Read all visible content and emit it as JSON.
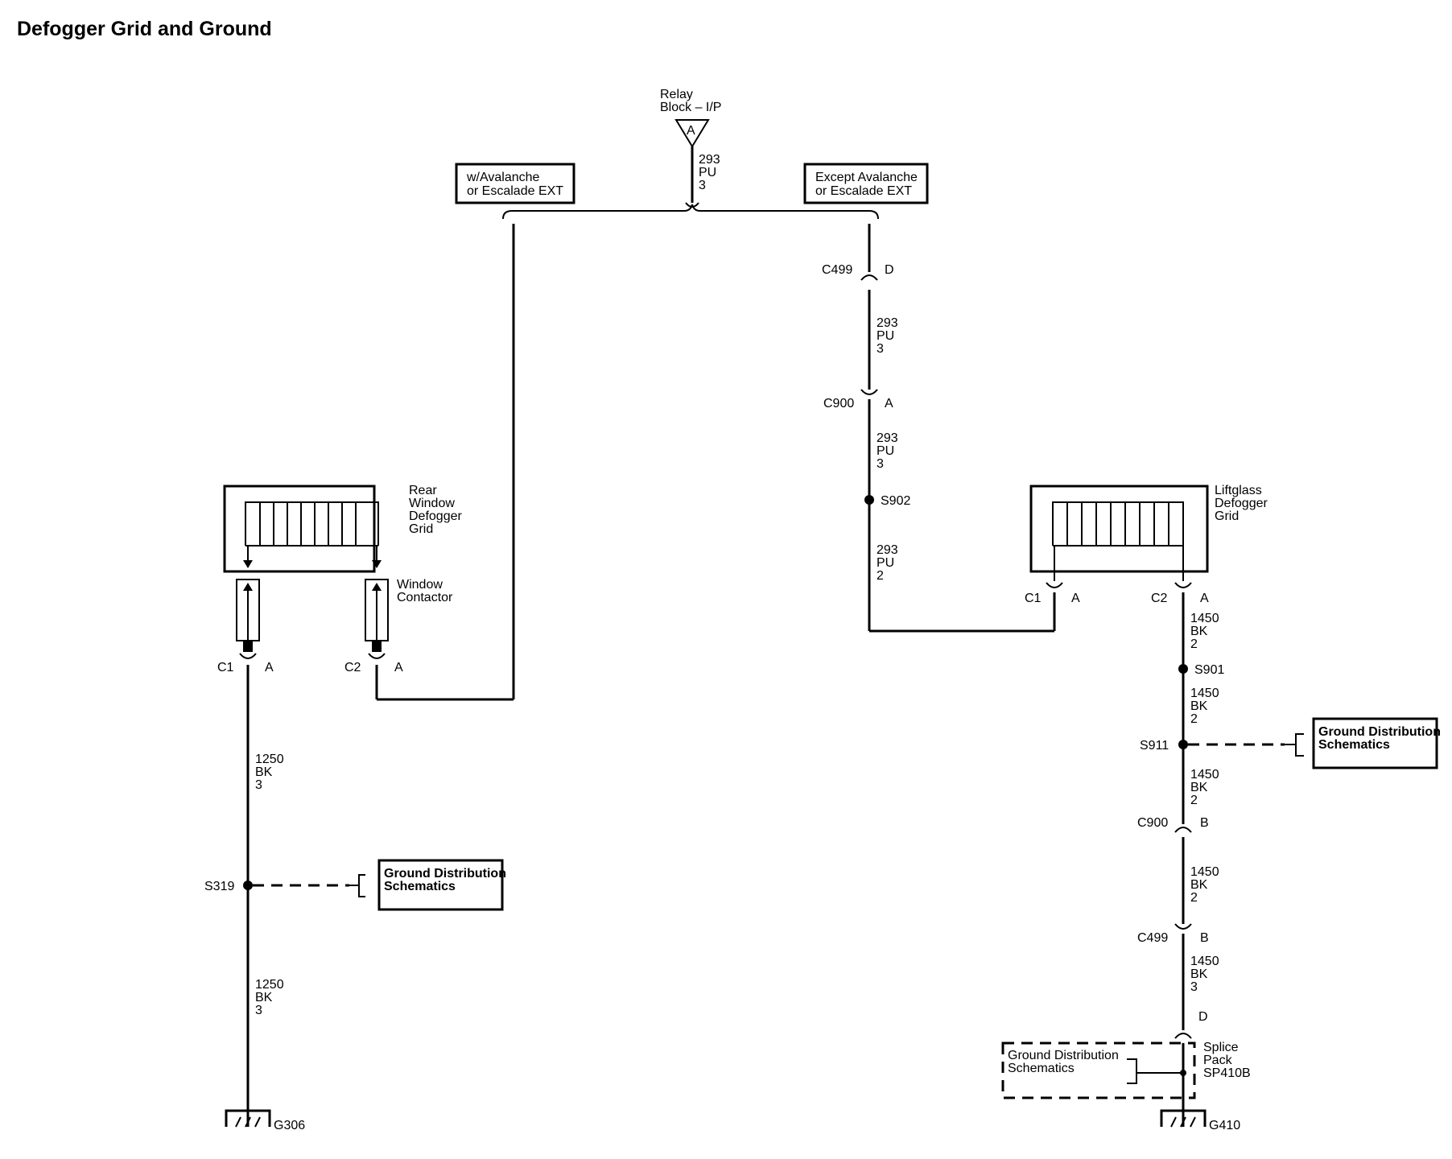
{
  "title": "Defogger Grid and Ground",
  "relay": {
    "line1": "Relay",
    "line2": "Block – I/P",
    "terminal": "A",
    "wire": [
      "293",
      "PU",
      "3"
    ]
  },
  "options": {
    "left": [
      "w/Avalanche",
      "or Escalade EXT"
    ],
    "right": [
      "Except Avalanche",
      "or Escalade EXT"
    ]
  },
  "right_branch": {
    "c499_top": {
      "name": "C499",
      "pin": "D"
    },
    "wire1": [
      "293",
      "PU",
      "3"
    ],
    "c900_top": {
      "name": "C900",
      "pin": "A"
    },
    "wire2": [
      "293",
      "PU",
      "3"
    ],
    "splice_s902": "S902",
    "wire3": [
      "293",
      "PU",
      "2"
    ]
  },
  "rear_grid": {
    "label": [
      "Rear",
      "Window",
      "Defogger",
      "Grid"
    ],
    "contactor": [
      "Window",
      "Contactor"
    ],
    "c1": {
      "name": "C1",
      "pin": "A"
    },
    "c2": {
      "name": "C2",
      "pin": "A"
    },
    "wire_a": [
      "1250",
      "BK",
      "3"
    ],
    "splice": "S319",
    "ground_ref": [
      "Ground Distribution",
      "Schematics"
    ],
    "wire_b": [
      "1250",
      "BK",
      "3"
    ],
    "ground": "G306"
  },
  "liftglass": {
    "label": [
      "Liftglass",
      "Defogger",
      "Grid"
    ],
    "c1": {
      "name": "C1",
      "pin": "A"
    },
    "c2": {
      "name": "C2",
      "pin": "A"
    },
    "wire1": [
      "1450",
      "BK",
      "2"
    ],
    "splice_s901": "S901",
    "wire2": [
      "1450",
      "BK",
      "2"
    ],
    "splice_s911": "S911",
    "ground_ref": [
      "Ground Distribution",
      "Schematics"
    ],
    "wire3": [
      "1450",
      "BK",
      "2"
    ],
    "c900": {
      "name": "C900",
      "pin": "B"
    },
    "wire4": [
      "1450",
      "BK",
      "2"
    ],
    "c499": {
      "name": "C499",
      "pin": "B"
    },
    "wire5": [
      "1450",
      "BK",
      "3"
    ],
    "pin_d": "D",
    "splice_pack_ref": [
      "Ground Distribution",
      "Schematics"
    ],
    "splice_pack": [
      "Splice",
      "Pack",
      "SP410B"
    ],
    "ground": "G410"
  }
}
